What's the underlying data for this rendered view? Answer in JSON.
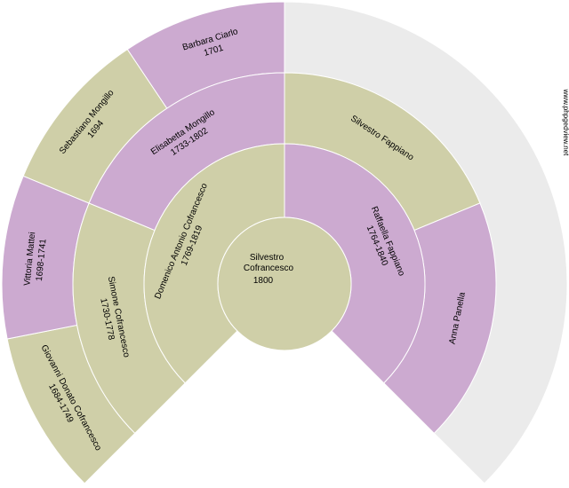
{
  "colors": {
    "male": "#cfcfa8",
    "female": "#ccaad0",
    "empty": "#ebebeb",
    "center": "#cfcfa8"
  },
  "watermark": "www.phpgedview.net",
  "root": {
    "name_line1": "Silvestro",
    "name_line2": "Cofrancesco",
    "years": "1800"
  },
  "gen1": [
    {
      "name": "Domenico Antonio Cofrancesco",
      "years": "1769-1819",
      "sex": "male"
    },
    {
      "name": "Raffaella Fappiano",
      "years": "1764-1840",
      "sex": "female"
    }
  ],
  "gen2": [
    {
      "name": "Simone Cofrancesco",
      "years": "1730-1778",
      "sex": "male"
    },
    {
      "name": "Elisabetta Mongillo",
      "years": "1733-1802",
      "sex": "female"
    },
    {
      "name": "Silvestro Fappiano",
      "years": "",
      "sex": "male"
    },
    {
      "name": "Anna Panella",
      "years": "",
      "sex": "female"
    }
  ],
  "gen3": [
    {
      "name": "Giovanni Donato Cofrancesco",
      "years": "1684-1749",
      "sex": "male"
    },
    {
      "name": "Vittoria Mattei",
      "years": "1698-1741",
      "sex": "female"
    },
    {
      "name": "Sebastiano Mongillo",
      "years": "1694",
      "sex": "male"
    },
    {
      "name": "Barbara Ciarlo",
      "years": "1701",
      "sex": "female"
    },
    {
      "name": "",
      "years": "",
      "sex": "empty"
    }
  ]
}
